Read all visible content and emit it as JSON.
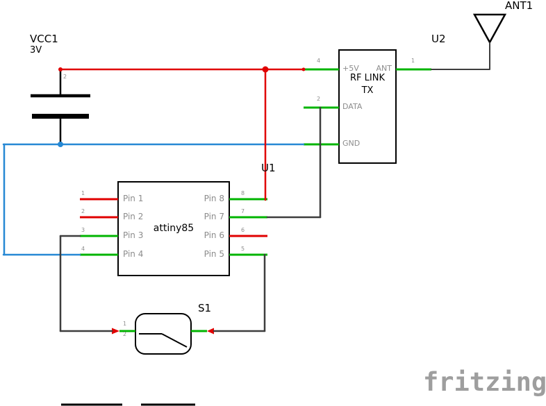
{
  "colors": {
    "wire_red": "#e00000",
    "wire_blue": "#2688d4",
    "wire_dark": "#3d3d3d",
    "pin_green": "#00b400",
    "pin_red": "#e00000",
    "outline_black": "#000000",
    "label_gray": "#8c8c8c",
    "watermark_gray": "#9e9e9e",
    "background": "#ffffff"
  },
  "battery": {
    "ref": "VCC1",
    "voltage": "3V",
    "top_pin_number": "2"
  },
  "chip": {
    "ref": "U1",
    "name": "attiny85",
    "left_pins": [
      {
        "num": "1",
        "label": "Pin 1"
      },
      {
        "num": "2",
        "label": "Pin 2"
      },
      {
        "num": "3",
        "label": "Pin 3"
      },
      {
        "num": "4",
        "label": "Pin 4"
      }
    ],
    "right_pins": [
      {
        "num": "8",
        "label": "Pin 8"
      },
      {
        "num": "7",
        "label": "Pin 7"
      },
      {
        "num": "6",
        "label": "Pin 6"
      },
      {
        "num": "5",
        "label": "Pin 5"
      }
    ]
  },
  "rf_module": {
    "ref": "U2",
    "title_line1": "RF LINK",
    "title_line2": "TX",
    "pins": {
      "power": {
        "num": "4",
        "label": "+5V"
      },
      "ant": {
        "num": "1",
        "label": "ANT"
      },
      "data": {
        "num": "2",
        "label": "DATA"
      },
      "gnd": {
        "label": "GND"
      }
    }
  },
  "antenna": {
    "ref": "ANT1"
  },
  "switch": {
    "ref": "S1",
    "pin1_number": "1",
    "pin2_number": "2"
  },
  "watermark": "fritzing"
}
